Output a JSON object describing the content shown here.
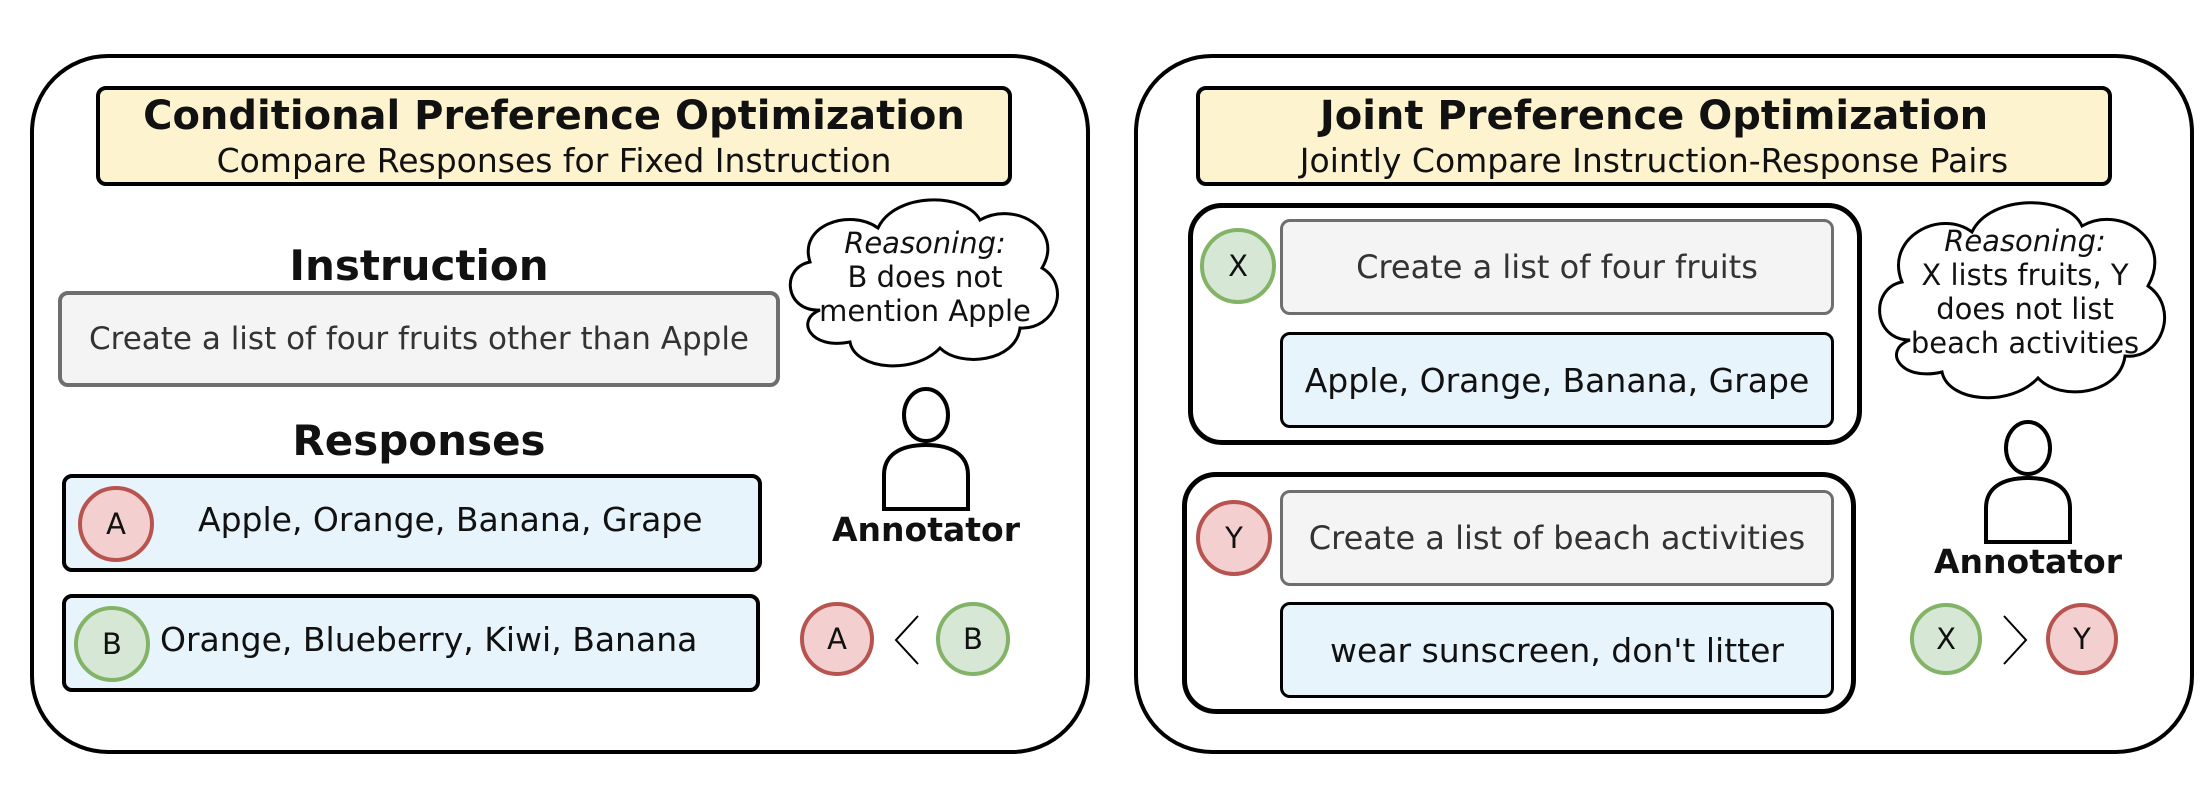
{
  "left": {
    "title": "Conditional Preference Optimization",
    "subtitle": "Compare Responses for Fixed Instruction",
    "instruction_heading": "Instruction",
    "instruction": "Create a list of four fruits other than Apple",
    "responses_heading": "Responses",
    "responses": [
      {
        "badge": "A",
        "text": "Apple, Orange, Banana, Grape"
      },
      {
        "badge": "B",
        "text": "Orange, Blueberry, Kiwi, Banana"
      }
    ],
    "reasoning_label": "Reasoning:",
    "reasoning_lines": [
      "B does not",
      "mention Apple"
    ],
    "annotator_label": "Annotator",
    "comparison": {
      "left": "A",
      "symbol": "<",
      "right": "B"
    }
  },
  "right": {
    "title": "Joint Preference Optimization",
    "subtitle": "Jointly Compare Instruction-Response Pairs",
    "pairs": [
      {
        "badge": "X",
        "instruction": "Create a list of four fruits",
        "response": "Apple, Orange, Banana, Grape"
      },
      {
        "badge": "Y",
        "instruction": "Create a list of beach activities",
        "response": "wear sunscreen, don't litter"
      }
    ],
    "reasoning_label": "Reasoning:",
    "reasoning_lines": [
      "X lists fruits, Y",
      "does not list",
      "beach activities"
    ],
    "annotator_label": "Annotator",
    "comparison": {
      "left": "X",
      "symbol": ">",
      "right": "Y"
    }
  },
  "colors": {
    "title_fill": "#fdf3cf",
    "response_fill": "#e8f4fb",
    "instruction_fill": "#f4f4f4",
    "red_badge_fill": "#f3cfcf",
    "red_badge_stroke": "#b85450",
    "green_badge_fill": "#d6e8d5",
    "green_badge_stroke": "#82b366"
  }
}
